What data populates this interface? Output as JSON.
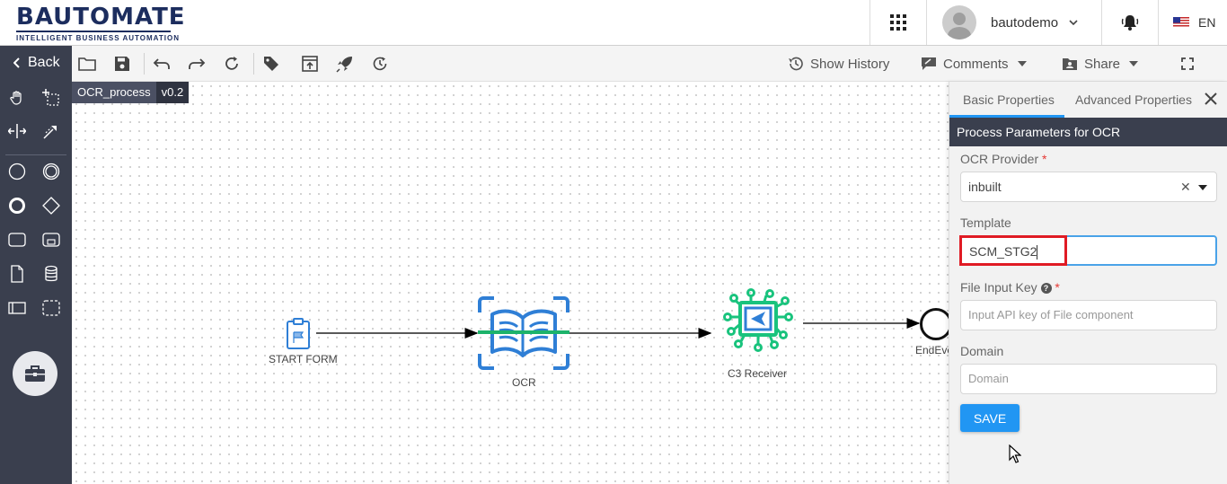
{
  "header": {
    "logo_title": "BAUTOMATE",
    "logo_subtitle": "INTELLIGENT BUSINESS AUTOMATION",
    "user_name": "bautodemo",
    "language": "EN"
  },
  "sidebar": {
    "back_label": "Back"
  },
  "toolbar": {
    "show_history": "Show History",
    "comments": "Comments",
    "share": "Share"
  },
  "canvas": {
    "process_name": "OCR_process",
    "process_version": "v0.2",
    "nodes": {
      "start": "START FORM",
      "ocr": "OCR",
      "receiver": "C3 Receiver",
      "end": "EndEve"
    }
  },
  "panel": {
    "tab_basic": "Basic Properties",
    "tab_advanced": "Advanced Properties",
    "title": "Process Parameters for OCR",
    "ocr_provider_label": "OCR Provider",
    "ocr_provider_value": "inbuilt",
    "template_label": "Template",
    "template_value": "SCM_STG2",
    "file_input_label": "File Input Key",
    "file_input_placeholder": "Input API key of File component",
    "domain_label": "Domain",
    "domain_placeholder": "Domain",
    "save_label": "SAVE"
  },
  "colors": {
    "sidebar_bg": "#3a3f4e",
    "accent_blue": "#2196f3",
    "ocr_green": "#1db36b",
    "receiver_green": "#19c37d",
    "highlight_red": "#e01b24"
  }
}
